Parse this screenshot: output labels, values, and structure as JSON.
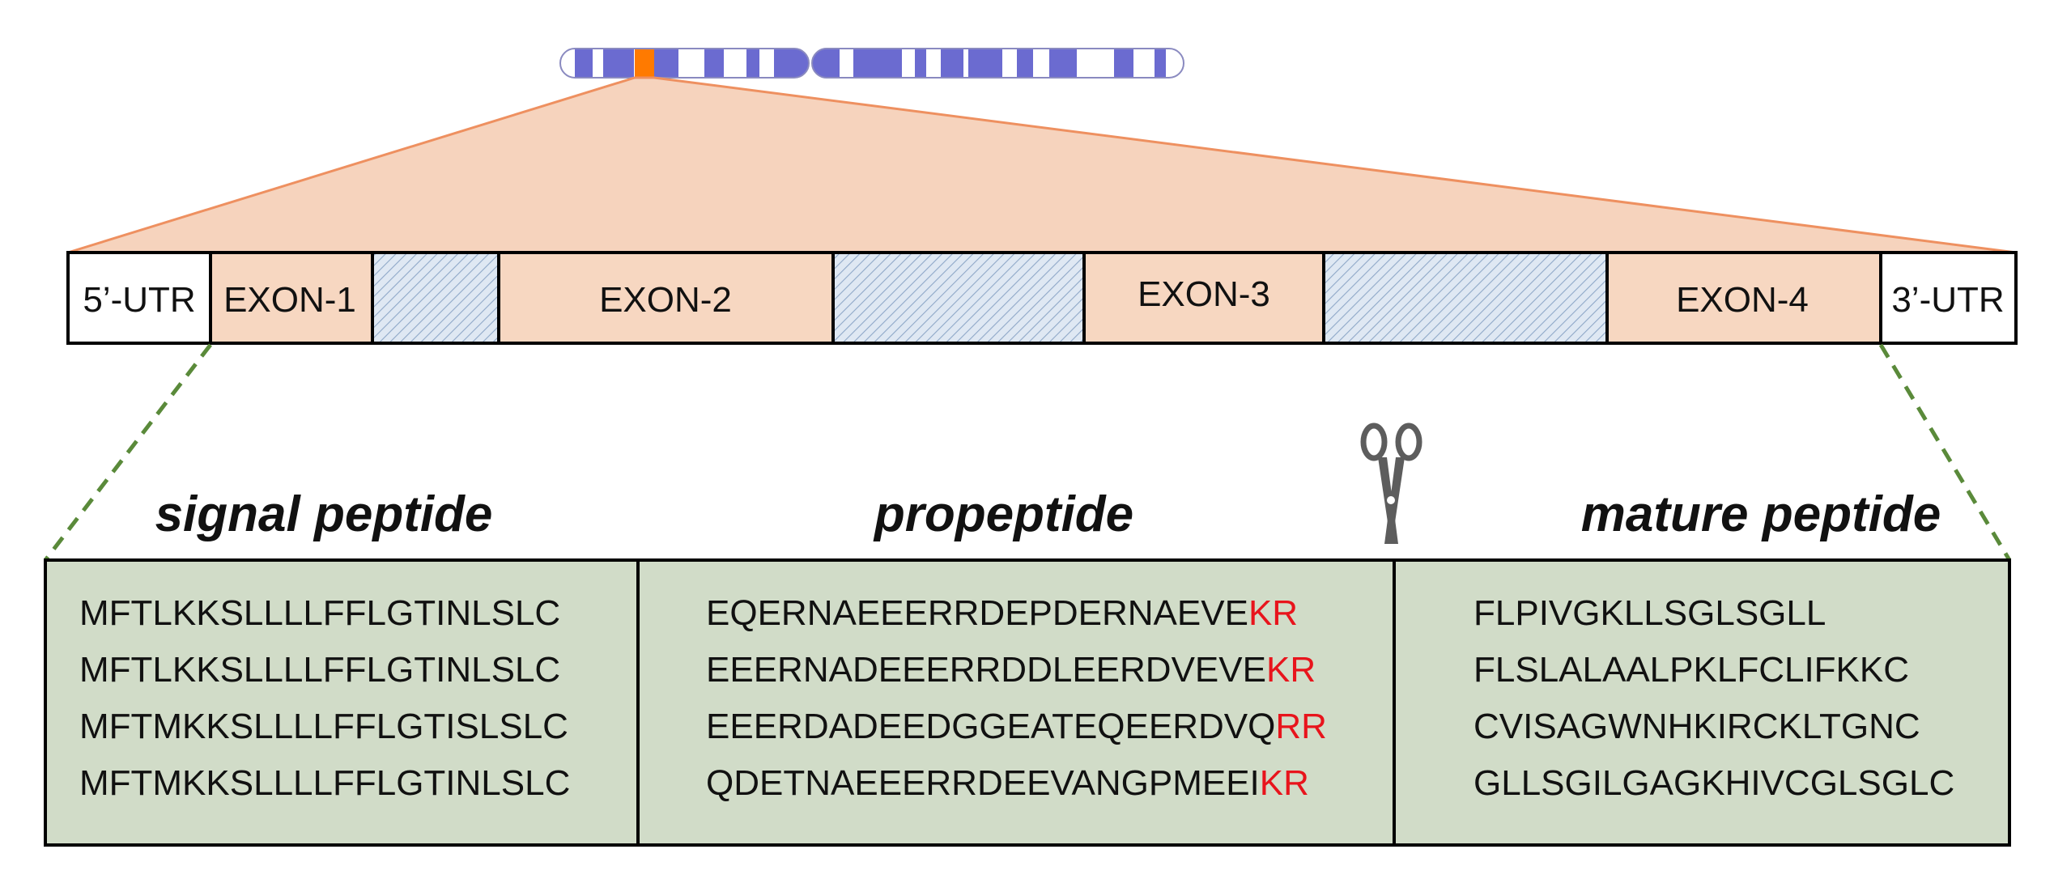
{
  "gene_structure": {
    "segments": [
      {
        "label": "5’-UTR",
        "kind": "utr"
      },
      {
        "label": "EXON-1",
        "kind": "exon"
      },
      {
        "label": "",
        "kind": "intron"
      },
      {
        "label": "EXON-2",
        "kind": "exon"
      },
      {
        "label": "",
        "kind": "intron"
      },
      {
        "label": "EXON-3",
        "kind": "exon"
      },
      {
        "label": "",
        "kind": "intron"
      },
      {
        "label": "EXON-4",
        "kind": "exon"
      },
      {
        "label": "3’-UTR",
        "kind": "utr"
      }
    ]
  },
  "peptide_regions": {
    "signal": {
      "title": "signal peptide",
      "sequences": [
        "MFTLKKSLLLLFFLGTINLSLC",
        "MFTLKKSLLLLFFLGTINLSLC",
        "MFTMKKSLLLLFFLGTISLSLC",
        "MFTMKKSLLLLFFLGTINLSLC"
      ]
    },
    "propeptide": {
      "title": "propeptide",
      "sequences": [
        {
          "main": "EQERNAEEERRDEPDERNAEVE",
          "cleavage": "KR"
        },
        {
          "main": "EEERNADEEERRDDLEERDVEVE",
          "cleavage": "KR"
        },
        {
          "main": "EEERDADEEDGGEATEQEERDVQ",
          "cleavage": "RR"
        },
        {
          "main": "QDETNAEEERRDEEVANGPMEEI",
          "cleavage": "KR"
        }
      ]
    },
    "mature": {
      "title": "mature peptide",
      "sequences": [
        "FLPIVGKLLSGLSGLL",
        "FLSLALAALPKLFCLIFKKC",
        "CVISAGWNHKIRCKLTGNC",
        "GLLSGILGAGKHIVCGLSGLC"
      ]
    }
  },
  "colors": {
    "exon_fill": "#f7d7c1",
    "intron_fill": "#dfe8f3",
    "intron_hatch": "#8fa8c8",
    "zoom_fill": "#f6d3bd",
    "zoom_stroke": "#ee9060",
    "chromosome_band": "#6b6bd0",
    "chromosome_highlight": "#ff7a00",
    "peptide_fill": "#d1dcc8",
    "dashed_guide": "#5a8a3a",
    "cleavage_text": "#e8141c",
    "scissors": "#5d5d5d"
  },
  "icons": {
    "scissors": "scissors-icon",
    "chromosome": "chromosome-ideogram"
  }
}
